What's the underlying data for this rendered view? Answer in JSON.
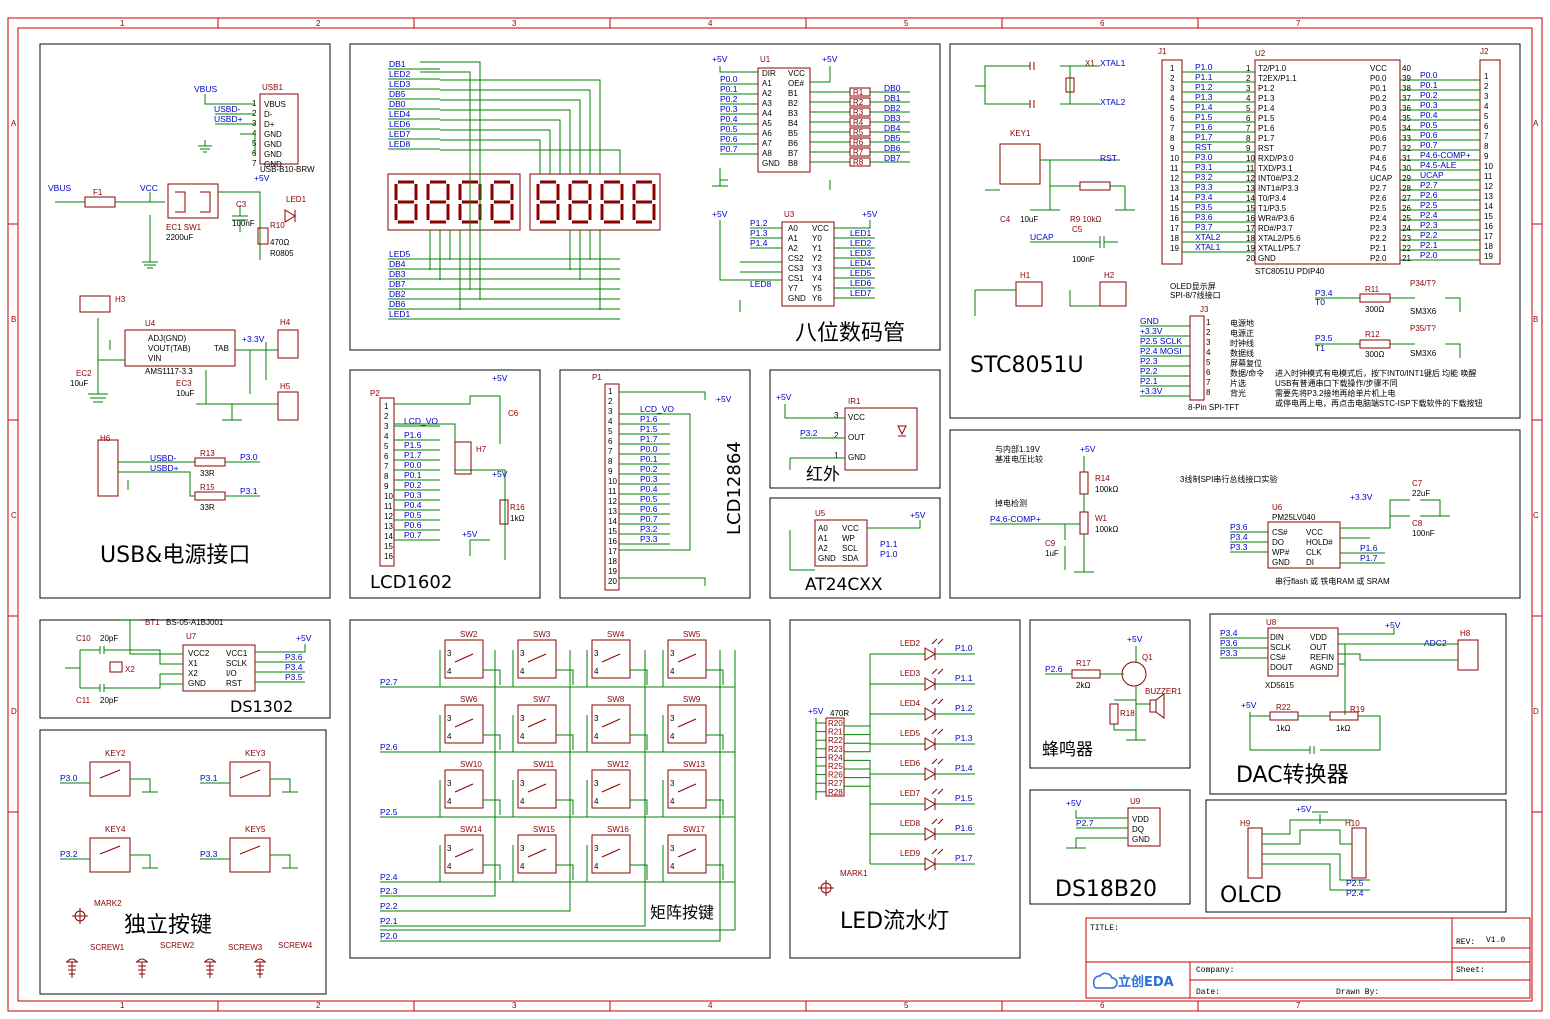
{
  "rulers": {
    "columns": [
      "1",
      "2",
      "3",
      "4",
      "5",
      "6",
      "7"
    ],
    "rows": [
      "A",
      "B",
      "C",
      "D"
    ]
  },
  "sections": {
    "usb": "USB&电源接口",
    "seg": "八位数码管",
    "mcu": "STC8051U",
    "lcd1602": "LCD1602",
    "lcd12864": "LCD12864",
    "ir": "红外",
    "eeprom": "AT24CXX",
    "ds1302": "DS1302",
    "keys": "独立按键",
    "matrix": "矩阵按键",
    "led": "LED流水灯",
    "buzzer": "蜂鸣器",
    "dac": "DAC转换器",
    "ds18b20": "DS18B20",
    "olcd": "OLCD"
  },
  "usb": {
    "usb1": {
      "ref": "USB1",
      "pins": [
        "VBUS",
        "D-",
        "D+",
        "GND",
        "GND",
        "GND",
        "GND"
      ],
      "part": "USB-B10-BRW"
    },
    "nets": {
      "vbus": "VBUS",
      "usbm": "USBD-",
      "usbp": "USBD+",
      "vbus2": "VBUS",
      "vcc": "VCC",
      "p5v": "+5V"
    },
    "f1": "F1",
    "ec1": "EC1 SW1",
    "ec1v": "2200uF",
    "c3": "C3",
    "c3v": "100nF",
    "led1": "LED1",
    "r10": "R10",
    "r10v": "470Ω",
    "r10p": "R0805",
    "h3": "H3",
    "u4": "U4",
    "u4pins": [
      "ADJ(GND)",
      "VOUT(TAB)",
      "VIN",
      "TAB"
    ],
    "u4part": "AMS1117-3.3",
    "p33": "+3.3V",
    "h4": "H4",
    "ec2": "EC2",
    "ec2v": "10uF",
    "ec3": "EC3",
    "ec3v": "10uF",
    "h5": "H5",
    "h6": "H6",
    "r13": "R13",
    "r13v": "33R",
    "r15": "R15",
    "r15v": "33R",
    "p30": "P3.0",
    "p31": "P3.1"
  },
  "seg": {
    "left_nets": [
      "DB1",
      "LED2",
      "LED3",
      "DB5",
      "DB0",
      "LED4",
      "LED6",
      "LED7",
      "LED8"
    ],
    "bottom_nets": [
      "LED5",
      "DB4",
      "DB3",
      "DB7",
      "DB2",
      "DB6",
      "LED1"
    ],
    "u1": "U1",
    "u1pins_l": [
      "DIR",
      "A1",
      "A2",
      "A3",
      "A4",
      "A5",
      "A6",
      "A7",
      "A8",
      "GND"
    ],
    "u1pins_r": [
      "VCC",
      "OE#",
      "B1",
      "B2",
      "B3",
      "B4",
      "B5",
      "B6",
      "B7",
      "B8"
    ],
    "u1nets": [
      "P0.0",
      "P0.1",
      "P0.2",
      "P0.3",
      "P0.4",
      "P0.5",
      "P0.6",
      "P0.7"
    ],
    "rnames": [
      "R1",
      "R2",
      "R3",
      "R4",
      "R5",
      "R6",
      "R7",
      "R8"
    ],
    "dbnets": [
      "DB0",
      "DB1",
      "DB2",
      "DB3",
      "DB4",
      "DB5",
      "DB6",
      "DB7"
    ],
    "u3": "U3",
    "u3pins_l": [
      "A0",
      "A1",
      "A2",
      "CS2",
      "CS3",
      "CS1",
      "Y7",
      "GND"
    ],
    "u3pins_r": [
      "VCC",
      "Y0",
      "Y1",
      "Y2",
      "Y3",
      "Y4",
      "Y5",
      "Y6"
    ],
    "u3nets_l": [
      "P1.2",
      "P1.3",
      "P1.4"
    ],
    "u3nets_r": [
      "LED1",
      "LED2",
      "LED3",
      "LED4",
      "LED5",
      "LED6",
      "LED7"
    ],
    "led8": "LED8",
    "p5v": "+5V"
  },
  "mcu": {
    "x1": "X1",
    "xtal1": "XTAL1",
    "xtal2": "XTAL2",
    "key1": "KEY1",
    "rst": "RST",
    "c4": "C4",
    "c4v": "10uF",
    "r9": "R9 10kΩ",
    "ucap": "UCAP",
    "c5": "C5",
    "c5v": "100nF",
    "j1": "J1",
    "u2": "U2",
    "j2": "J2",
    "j1nets": [
      "P1.0",
      "P1.1",
      "P1.2",
      "P1.3",
      "P1.4",
      "P1.5",
      "P1.6",
      "P1.7",
      "RST",
      "P3.0",
      "P3.1",
      "P3.2",
      "P3.3",
      "P3.4",
      "P3.5",
      "P3.6",
      "P3.7",
      "XTAL2",
      "XTAL1"
    ],
    "u2pins_l": [
      "T2/P1.0",
      "T2EX/P1.1",
      "P1.2",
      "P1.3",
      "P1.4",
      "P1.5",
      "P1.6",
      "P1.7",
      "RST",
      "RXD/P3.0",
      "TXD/P3.1",
      "INT0#/P3.2",
      "INT1#/P3.3",
      "T0/P3.4",
      "T1/P3.5",
      "WR#/P3.6",
      "RD#/P3.7",
      "XTAL2/P5.6",
      "XTAL1/P5.7",
      "GND"
    ],
    "u2pins_r": [
      "VCC",
      "P0.0",
      "P0.1",
      "P0.2",
      "P0.3",
      "P0.4",
      "P0.5",
      "P0.6",
      "P0.7",
      "P4.6",
      "P4.5",
      "UCAP",
      "P2.7",
      "P2.6",
      "P2.5",
      "P2.4",
      "P2.3",
      "P2.2",
      "P2.1",
      "P2.0"
    ],
    "j2nets": [
      "P0.0",
      "P0.1",
      "P0.2",
      "P0.3",
      "P0.4",
      "P0.5",
      "P0.6",
      "P0.7",
      "P4.6-COMP+",
      "P4.5-ALE",
      "UCAP",
      "P2.7",
      "P2.6",
      "P2.5",
      "P2.4",
      "P2.3",
      "P2.2",
      "P2.1",
      "P2.0"
    ],
    "u2part": "STC8051U PDIP40",
    "h1": "H1",
    "h2": "H2",
    "oled": "OLED显示屏",
    "oled2": "SPI-8/7线接口",
    "j3": "J3",
    "j3nets": [
      "GND",
      "+3.3V",
      "P2.5  SCLK",
      "P2.4  MOSI",
      "P2.3",
      "P2.2",
      "P2.1",
      "+3.3V"
    ],
    "j3desc": [
      "电源地",
      "电源正",
      "时钟线",
      "数据线",
      "屏幕复位",
      "数据/命令",
      "片选",
      "背光"
    ],
    "j3part": "8-Pin SPI-TFT",
    "p34": "P3.4",
    "t0": "T0",
    "r11": "R11",
    "r11v": "300Ω",
    "sw34": "P34/T?",
    "sm1": "SM3X6",
    "p35": "P3.5",
    "t1": "T1",
    "r12": "R12",
    "r12v": "300Ω",
    "sw35": "P35/T?",
    "sm2": "SM3X6",
    "note": [
      "进入时钟模式有电模式后，按下INT0/INT1键后 均能 唤醒",
      "USB有普通串口下载操作/步骤不同",
      "需要先将P3.2接地再给单片机上电",
      "或停电再上电，再点击电脑端STC-ISP下载软件的下载按钮"
    ]
  },
  "lcd1602": {
    "p2": "P2",
    "nets": [
      "LCD_VO",
      "P1.6",
      "P1.5",
      "P1.7",
      "P0.0",
      "P0.1",
      "P0.2",
      "P0.3",
      "P0.4",
      "P0.5",
      "P0.6",
      "P0.7"
    ],
    "c6": "C6",
    "h7": "H7",
    "r16": "R16",
    "r16v": "1kΩ",
    "p5v": "+5V"
  },
  "lcd12864": {
    "p1": "P1",
    "nets": [
      "LCD_VO",
      "P1.6",
      "P1.5",
      "P1.7",
      "P0.0",
      "P0.1",
      "P0.2",
      "P0.3",
      "P0.4",
      "P0.5",
      "P0.6",
      "P0.7",
      "P3.2",
      "P3.3"
    ],
    "p5v": "+5V"
  },
  "ir": {
    "ref": "IR1",
    "pins": [
      "VCC",
      "OUT",
      "GND"
    ],
    "net": "P3.2",
    "p5v": "+5V"
  },
  "eeprom": {
    "ref": "U5",
    "pins_l": [
      "A0",
      "A1",
      "A2",
      "GND"
    ],
    "pins_r": [
      "VCC",
      "WP",
      "SCL",
      "SDA"
    ],
    "nets": [
      "P1.1",
      "P1.0"
    ],
    "p5v": "+5V"
  },
  "flash": {
    "label1": "与内部1.19V",
    "label2": "基准电压比较",
    "r14": "R14",
    "r14v": "100kΩ",
    "w1": "W1",
    "w1v": "100kΩ",
    "c9": "C9",
    "c9v": "1uF",
    "det": "掉电检测",
    "net": "P4.6-COMP+",
    "spi": "3线制SPI串行总线接口实验",
    "u6": "U6",
    "u6part": "PM25LV040",
    "u6pins_l": [
      "CS#",
      "DO",
      "WP#",
      "GND"
    ],
    "u6pins_r": [
      "VCC",
      "HOLD#",
      "CLK",
      "DI"
    ],
    "u6nets_l": [
      "P3.6",
      "P3.4",
      "P3.3"
    ],
    "u6nets_r": [
      "P1.6",
      "P1.7"
    ],
    "c7": "C7",
    "c7v": "22uF",
    "c8": "C8",
    "c8v": "100nF",
    "p33": "+3.3V",
    "p5v": "+5V",
    "desc": "串行flash 或 铁电RAM 或 SRAM"
  },
  "ds1302": {
    "bt1": "BT1",
    "bt1part": "BS-05-A1BJ001",
    "u7": "U7",
    "c10": "C10",
    "c10v": "20pF",
    "c11": "C11",
    "c11v": "20pF",
    "x2": "X2",
    "pins_l": [
      "VCC2",
      "X1",
      "X2",
      "GND"
    ],
    "pins_r": [
      "VCC1",
      "SCLK",
      "I/O",
      "RST"
    ],
    "nets": [
      "P3.6",
      "P3.4",
      "P3.5"
    ],
    "p5v": "+5V"
  },
  "keys": {
    "items": [
      {
        "ref": "KEY2",
        "net": "P3.0"
      },
      {
        "ref": "KEY3",
        "net": "P3.1"
      },
      {
        "ref": "KEY4",
        "net": "P3.2"
      },
      {
        "ref": "KEY5",
        "net": "P3.3"
      }
    ],
    "mark": "MARK2",
    "screws": [
      "SCREW1",
      "SCREW2",
      "SCREW3",
      "SCREW4"
    ]
  },
  "matrix": {
    "rows": [
      "P2.7",
      "P2.6",
      "P2.5",
      "P2.4"
    ],
    "cols": [
      "P2.3",
      "P2.2",
      "P2.1",
      "P2.0"
    ],
    "sw": [
      [
        "SW2",
        "SW3",
        "SW4",
        "SW5"
      ],
      [
        "SW6",
        "SW7",
        "SW8",
        "SW9"
      ],
      [
        "SW10",
        "SW11",
        "SW12",
        "SW13"
      ],
      [
        "SW14",
        "SW15",
        "SW16",
        "SW17"
      ]
    ]
  },
  "led": {
    "p5v": "+5V",
    "rnet": "470R",
    "rnames": [
      "R20",
      "R21",
      "R22",
      "R23",
      "R24",
      "R25",
      "R26",
      "R27",
      "R28"
    ],
    "leds": [
      {
        "ref": "LED2",
        "net": "P1.0"
      },
      {
        "ref": "LED3",
        "net": "P1.1"
      },
      {
        "ref": "LED4",
        "net": "P1.2"
      },
      {
        "ref": "LED5",
        "net": "P1.3"
      },
      {
        "ref": "LED6",
        "net": "P1.4"
      },
      {
        "ref": "LED7",
        "net": "P1.5"
      },
      {
        "ref": "LED8",
        "net": "P1.6"
      },
      {
        "ref": "LED9",
        "net": "P1.7"
      }
    ],
    "mark": "MARK1"
  },
  "buzzer": {
    "p5v": "+5V",
    "q1": "Q1",
    "net": "P2.6",
    "r17": "R17",
    "r17v": "2kΩ",
    "r18": "R18",
    "bz": "BUZZER1"
  },
  "dac": {
    "u8": "U8",
    "pins_l": [
      "DIN",
      "SCLK",
      "CS#",
      "DOUT"
    ],
    "pins_r": [
      "VDD",
      "OUT",
      "REFIN",
      "AGND"
    ],
    "nets": [
      "P3.4",
      "P3.6",
      "P3.3"
    ],
    "part": "XD5615",
    "p5v": "+5V",
    "adc": "ADC2",
    "h8": "H8",
    "r22": "R22",
    "r22v": "1kΩ",
    "r19": "R19",
    "r19v": "1kΩ"
  },
  "ds18b20": {
    "p5v": "+5V",
    "u9": "U9",
    "pins": [
      "VDD",
      "DQ",
      "GND"
    ],
    "net": "P2.7"
  },
  "olcd": {
    "h9": "H9",
    "h10": "H10",
    "p5v": "+5V",
    "nets": [
      "P2.5",
      "P2.4"
    ]
  },
  "titleblock": {
    "title": "TITLE:",
    "rev": "REV:",
    "revv": "V1.0",
    "company": "Company:",
    "sheet": "Sheet:",
    "date": "Date:",
    "drawn": "Drawn By:",
    "logo": "立创EDA"
  },
  "colors": {
    "wire": "#008000",
    "component": "#8b0000",
    "net": "#0000cc",
    "frame": "#cc0000"
  }
}
